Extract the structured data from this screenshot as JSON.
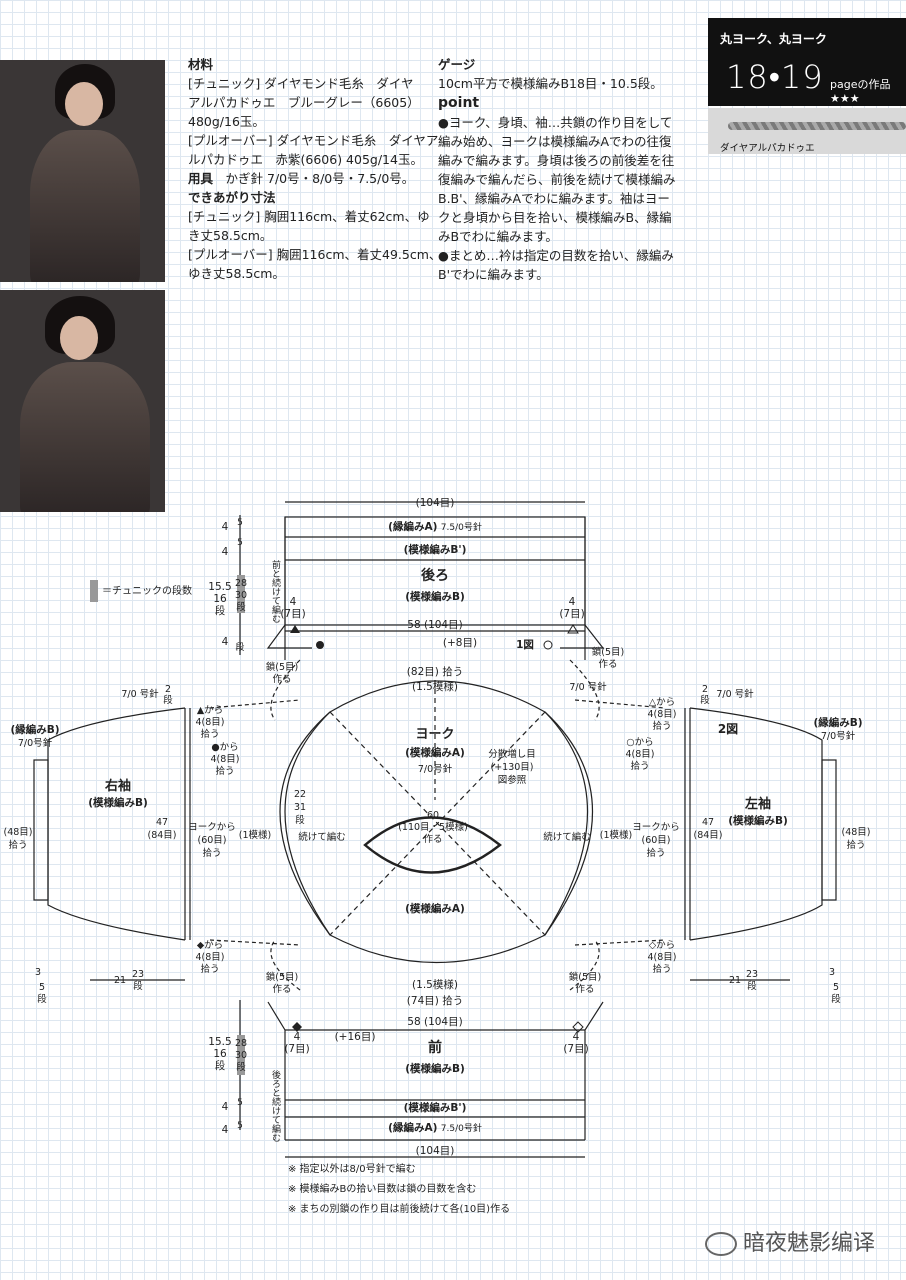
{
  "header": {
    "line1": "丸ヨーク、丸ヨーク",
    "pages": "18•19",
    "suffix": "pageの作品 ★★★"
  },
  "yarn_label": "ダイヤアルパカドゥエ",
  "materials": {
    "title": "材料",
    "l1": "[チュニック] ダイヤモンド毛糸　ダイヤ",
    "l2": "アルパカドゥエ　ブルーグレー（6605）",
    "l3": "480g/16玉。",
    "l4": "[プルオーバー] ダイヤモンド毛糸　ダイヤア",
    "l5": "ルパカドゥエ　赤紫(6606)  405g/14玉。",
    "tools_title": "用具",
    "tools": "かぎ針 7/0号・8/0号・7.5/0号。",
    "size_title": "できあがり寸法",
    "s1": "[チュニック] 胸囲116cm、着丈62cm、ゆ",
    "s2": "き丈58.5cm。",
    "s3": "[プルオーバー] 胸囲116cm、着丈49.5cm、",
    "s4": "ゆき丈58.5cm。"
  },
  "gauge": {
    "title": "ゲージ",
    "text": "10cm平方で模様編みB18目・10.5段。"
  },
  "point": {
    "title": "point",
    "p1": "●ヨーク、身頃、袖…共鎖の作り目をして",
    "p2": "編み始め、ヨークは模様編みAでわの往復",
    "p3": "編みで編みます。身頃は後ろの前後差を往",
    "p4": "復編みで編んだら、前後を続けて模様編み",
    "p5": "B.B'、縁編みAでわに編みます。袖はヨー",
    "p6": "クと身頃から目を拾い、模様編みB、縁編",
    "p7": "みBでわに編みます。",
    "p8": "●まとめ…衿は指定の目数を拾い、縁編み",
    "p9": "B'でわに編みます。"
  },
  "legend": "＝チュニックの段数",
  "diagram": {
    "back": {
      "w_top": "(104目)",
      "edge": "(縁編みA)",
      "edge_hook": "7.5/0号針",
      "pat_b2": "(模様編みB')",
      "name": "後ろ",
      "pat": "(模様編みB)",
      "w": "58 (104目)",
      "plus": "(+8目)",
      "fig": "1図",
      "r1": "4",
      "r2": "5",
      "r3": "段",
      "h1": "15.5",
      "h2": "16",
      "h3": "段",
      "t1": "28",
      "t2": "30",
      "t3": "段",
      "cont": "前と続けて編む",
      "sm1": "4",
      "sm2": "(7目)",
      "sm3": "4",
      "sm4": "段"
    },
    "chain_l": "鎖(5目)",
    "chain_l2": "作る",
    "chain_r": "鎖(5目)",
    "chain_r2": "作る",
    "pick82": "(82目) 拾う",
    "pat15": "(1.5模様)",
    "hook70": "7/0 号針",
    "yoke": {
      "name": "ヨーク",
      "pat": "(模様編みA)",
      "hook": "7/0号針",
      "inc1": "分散増し目",
      "inc2": "(+130目)",
      "inc3": "図参照",
      "neck1": "60",
      "neck2": "(110目・5模様)",
      "neck3": "作る",
      "side": "(1模様)",
      "cont": "続けて編む",
      "rows1": "22",
      "rows2": "31",
      "rows3": "段",
      "pat_low": "(模様編みA)"
    },
    "rsleeve": {
      "name": "右袖",
      "pat": "(模様編みB)",
      "edge": "(縁編みB)",
      "hook": "7/0号針",
      "pick48": "(48目)",
      "pick48b": "拾う",
      "w47": "47",
      "w84": "(84目)",
      "from_yoke": "ヨークから",
      "p60": "(60目)",
      "p60b": "拾う",
      "top_hook": "7/0 号針",
      "t2": "2",
      "t3": "段",
      "tri": "▲から",
      "tri2": "4(8目)",
      "tri3": "拾う",
      "cir": "●から",
      "dia": "◆から",
      "len": "21",
      "len2": "23",
      "len3": "段",
      "cuff1": "3",
      "cuff2": "5",
      "cuff3": "段"
    },
    "lsleeve": {
      "name": "左袖",
      "pat": "(模様編みB)",
      "fig": "2図",
      "edge": "(縁編みB)",
      "hook": "7/0号針",
      "tri": "△から",
      "cir": "○から",
      "dia": "◇から"
    },
    "front": {
      "pick74": "(74目) 拾う",
      "w": "58 (104目)",
      "plus": "(+16目)",
      "name": "前",
      "pat": "(模様編みB)",
      "pat_b2": "(模様編みB')",
      "edge": "(縁編みA)",
      "edge_hook": "7.5/0号針",
      "w_bot": "(104目)",
      "cont": "後ろと続けて編む",
      "sm1": "4",
      "sm2": "(7目)"
    }
  },
  "notes": {
    "n1": "※ 指定以外は8/0号針で編む",
    "n2": "※ 模様編みBの拾い目数は鎖の目数を含む",
    "n3": "※ まちの別鎖の作り目は前後続けて各(10目)作る"
  },
  "watermark": "暗夜魅影编译"
}
